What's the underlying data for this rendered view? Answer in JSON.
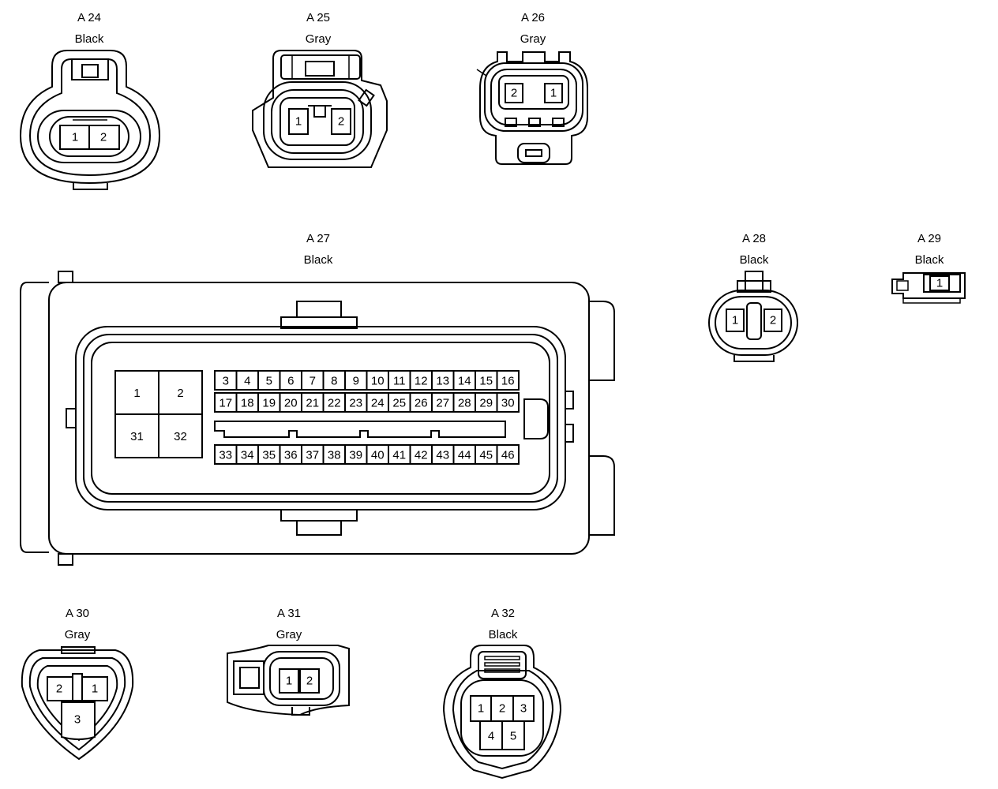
{
  "connectors": {
    "a24": {
      "id": "A 24",
      "color": "Black",
      "pins": [
        "1",
        "2"
      ]
    },
    "a25": {
      "id": "A 25",
      "color": "Gray",
      "pins": [
        "1",
        "2"
      ]
    },
    "a26": {
      "id": "A 26",
      "color": "Gray",
      "pins": [
        "2",
        "1"
      ]
    },
    "a27": {
      "id": "A 27",
      "color": "Black",
      "big_pins": [
        "1",
        "2",
        "31",
        "32"
      ],
      "row1": [
        "3",
        "4",
        "5",
        "6",
        "7",
        "8",
        "9",
        "10",
        "11",
        "12",
        "13",
        "14",
        "15",
        "16"
      ],
      "row2": [
        "17",
        "18",
        "19",
        "20",
        "21",
        "22",
        "23",
        "24",
        "25",
        "26",
        "27",
        "28",
        "29",
        "30"
      ],
      "row3": [
        "33",
        "34",
        "35",
        "36",
        "37",
        "38",
        "39",
        "40",
        "41",
        "42",
        "43",
        "44",
        "45",
        "46"
      ]
    },
    "a28": {
      "id": "A 28",
      "color": "Black",
      "pins": [
        "1",
        "2"
      ]
    },
    "a29": {
      "id": "A 29",
      "color": "Black",
      "pins": [
        "1"
      ]
    },
    "a30": {
      "id": "A 30",
      "color": "Gray",
      "pins": [
        "2",
        "1",
        "3"
      ]
    },
    "a31": {
      "id": "A 31",
      "color": "Gray",
      "pins": [
        "1",
        "2"
      ]
    },
    "a32": {
      "id": "A 32",
      "color": "Black",
      "pins": [
        "1",
        "2",
        "3",
        "4",
        "5"
      ]
    }
  }
}
